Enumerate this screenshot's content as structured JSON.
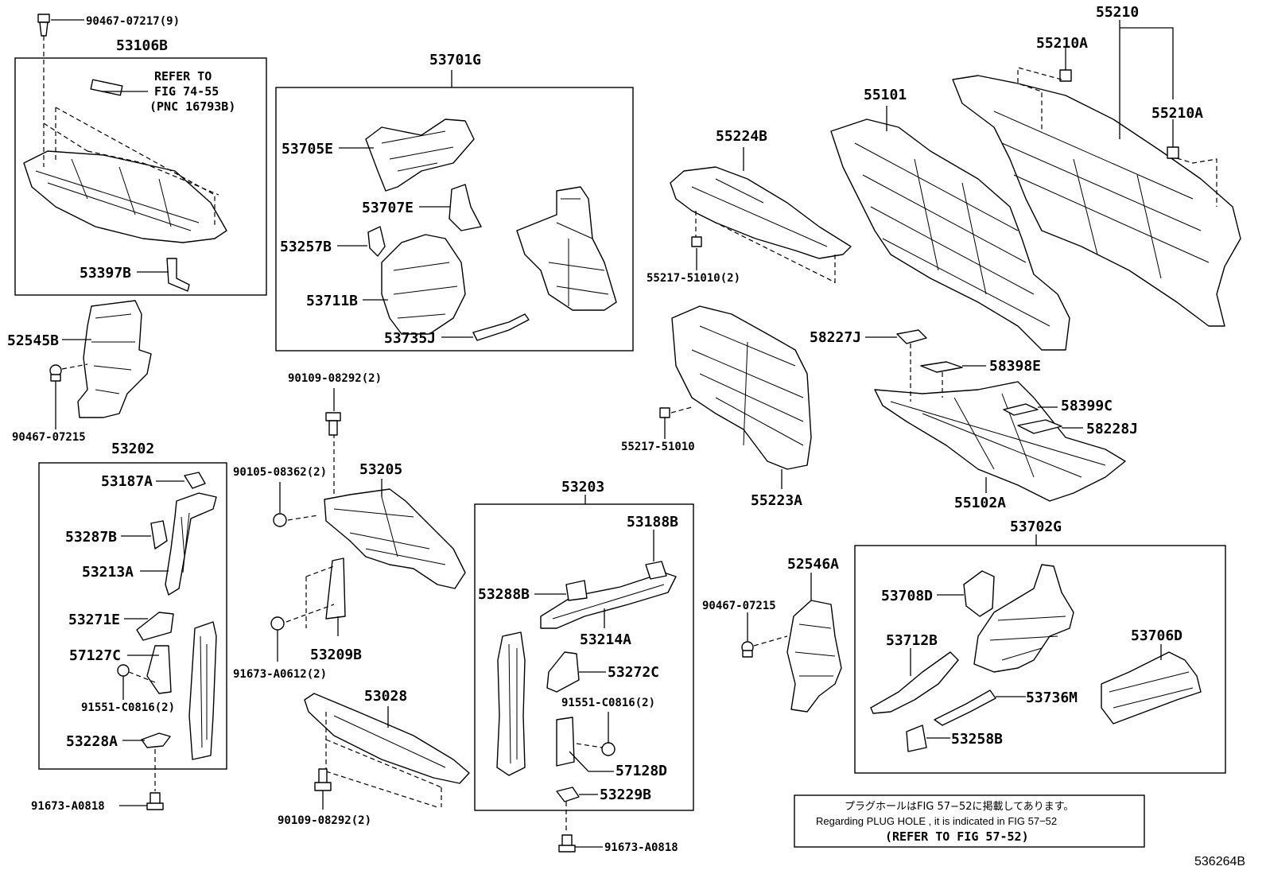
{
  "diagram": {
    "labels": {
      "p90467_07217": "90467-07217(9)",
      "p53106B": "53106B",
      "refer1": "REFER TO",
      "refer2": "FIG 74-55",
      "refer3": "(PNC 16793B)",
      "p53397B": "53397B",
      "p52545B": "52545B",
      "p90467_07215a": "90467-07215",
      "p53202": "53202",
      "p53187A": "53187A",
      "p53287B": "53287B",
      "p53213A": "53213A",
      "p53271E": "53271E",
      "p57127C": "57127C",
      "p91551_C0816a": "91551-C0816(2)",
      "p53228A": "53228A",
      "p91673_A0818a": "91673-A0818",
      "p53701G": "53701G",
      "p53705E": "53705E",
      "p53707E": "53707E",
      "p53257B": "53257B",
      "p53711B": "53711B",
      "p53735J": "53735J",
      "p90109_08292a": "90109-08292(2)",
      "p90105_08362": "90105-08362(2)",
      "p53205": "53205",
      "p91673_A0612": "91673-A0612(2)",
      "p53209B": "53209B",
      "p53028": "53028",
      "p90109_08292b": "90109-08292(2)",
      "p53203": "53203",
      "p53188B": "53188B",
      "p53288B": "53288B",
      "p53214A": "53214A",
      "p53272C": "53272C",
      "p91551_C0816b": "91551-C0816(2)",
      "p57128D": "57128D",
      "p53229B": "53229B",
      "p91673_A0818b": "91673-A0818",
      "p55224B": "55224B",
      "p55217_51010_2": "55217-51010(2)",
      "p55101": "55101",
      "p55210": "55210",
      "p55210A_a": "55210A",
      "p55210A_b": "55210A",
      "p58227J": "58227J",
      "p58398E": "58398E",
      "p58399C": "58399C",
      "p58228J": "58228J",
      "p55217_51010": "55217-51010",
      "p55223A": "55223A",
      "p55102A": "55102A",
      "p53702G": "53702G",
      "p52546A": "52546A",
      "p90467_07215b": "90467-07215",
      "p53708D": "53708D",
      "p53712B": "53712B",
      "p53706D": "53706D",
      "p53736M": "53736M",
      "p53258B": "53258B"
    },
    "legend": {
      "jp": "プラグホールはFIG 57−52に掲載してあります。",
      "en": "Regarding  PLUG  HOLE , it is indicated in FIG  57−52",
      "ref": "(REFER TO FIG 57-52)"
    },
    "figure_code": "536264B"
  }
}
